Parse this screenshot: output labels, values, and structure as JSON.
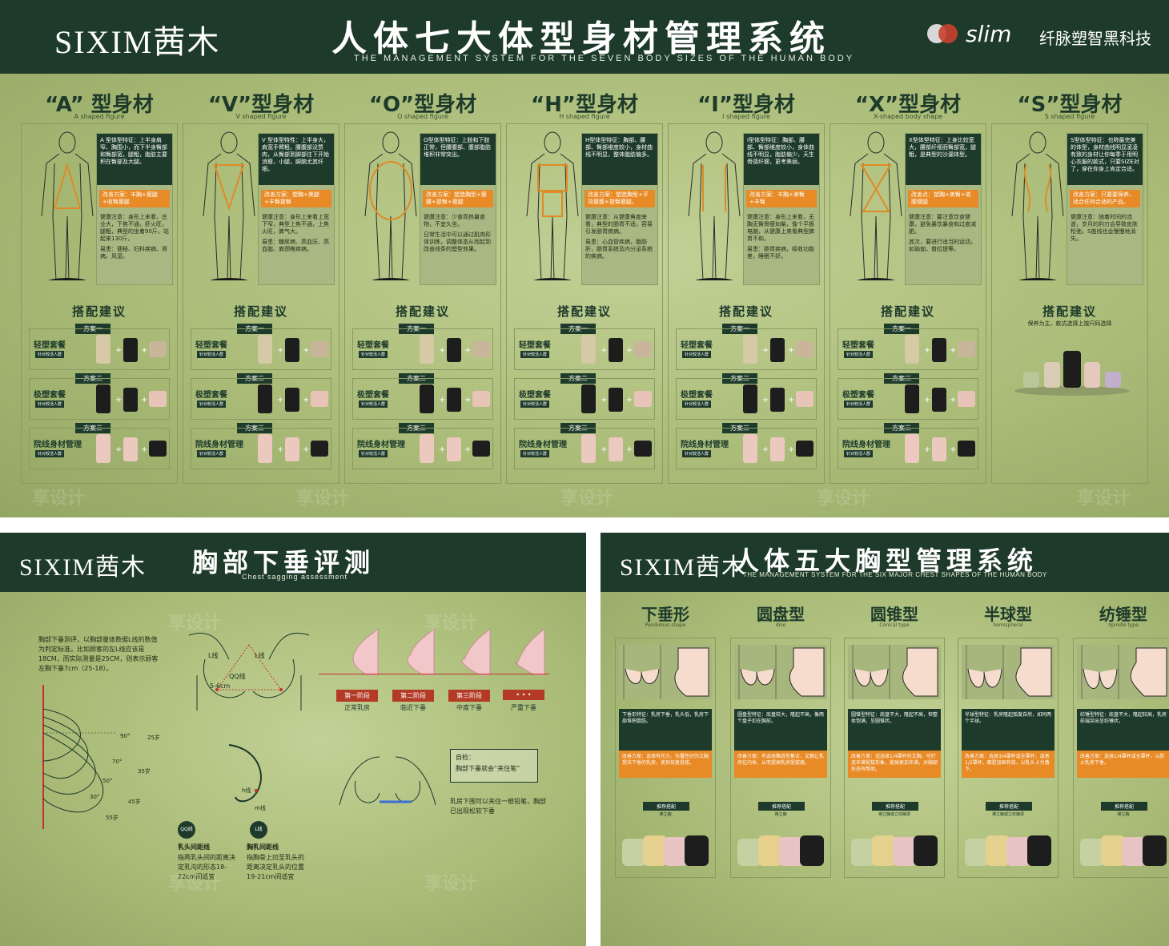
{
  "top": {
    "logo": "SIXIM茜木",
    "title": "人体七大体型身材管理系统",
    "subtitle": "THE MANAGEMENT SYSTEM FOR THE SEVEN BODY SIZES OF THE HUMAN BODY",
    "brand_slim": "slim",
    "brand_right": "纤脉塑智黑科技",
    "body_types": [
      {
        "title": "“A” 型身材",
        "sub": "A shaped figure",
        "feature": "A 型体型特征：上半身肩窄、胸围小，而下半身臀部和臀部宽，腿粗，脂肪主要积在臀部及大腿。",
        "plan": "改善方案：丰胸+瘦腿+收臀瘦腿",
        "health": "健康注意：身形上来看，庄业大，下焦不通，肝火旺，腿粗，典型的坐着90斤，站起来130斤。",
        "risk": "易患：便秘、妇科疾病、肾病、风湿。"
      },
      {
        "title": "“V”型身材",
        "sub": "V shaped figure",
        "feature": "V 型体型特性：上半身大，肩宽手臂粗，腰腹部没赘肉，从臀部到脚部往下开始消瘦，小腿，脚腕尤其纤细。",
        "plan": "改善方案：塑胸+美腿+丰臀提臀",
        "health": "健康注意：身形上来看上宽下窄，典型上焦不通，上焦火旺，脾气大。",
        "risk": "易患：糖尿病、高血压、高血脂、肩颈椎疾病。"
      },
      {
        "title": "“O”型身材",
        "sub": "O shaped figure",
        "feature": "O型体型特征：上肢和下肢正常，但腰腹部、腹部脂肪堆积非常突出。",
        "plan": "改善方案：塑造胸型+瘦腰+提臀+瘦腿",
        "health": "健康注意：少食高热量食物，不宜久坐。",
        "risk": "日常生活中可以通过肌肉形体训练，调整体态从而起到改善线条的塑型效果。"
      },
      {
        "title": "“H”型身材",
        "sub": "H shaped figure",
        "feature": "H型体型特征：胸部、腰部、臀部维度较小，身材曲线不明显，整体脂肪偏多。",
        "plan": "改善方案：塑造胸型+平背瘦腹+提臀瘦腿。",
        "health": "健康注意：从健康角度来看，典型的肠胃不适，容易引发肠胃疾病。",
        "risk": "易患：心血管疾病，脂肪肝，肠胃系统及内分泌系统的疾病。"
      },
      {
        "title": "“I”型身材",
        "sub": "I shaped figure",
        "feature": "I型体型特征：胸部、腰部、臀部维度较小，身体曲线不明显，脂肪偏少，天生骨感纤瘦，更考美丽。",
        "plan": "改善方案：丰胸+美臀+丰臀",
        "health": "健康注意：身形上来看，无胸无臀骨瘦如柴，像个平板电脑，从健康上来看典型脾胃不和。",
        "risk": "易患：肠胃疾病，吸收功能差，睡眠不好。"
      },
      {
        "title": "“X”型身材",
        "sub": "X-shaped body shape",
        "feature": "X型体型特征：上身比较宽大，腰部纤细而臀部宽，腿粗，是典型的沙漏体型。",
        "plan": "改善点：塑胸+美臀+收腹瘦腿",
        "health": "健康注意：要注意饮食健康，避免暴饮暴食和过度减肥。",
        "risk": "其次，要进行适当的运动，如瑜伽，普拉提等。"
      },
      {
        "title": "“S”型身材",
        "sub": "S shaped figure",
        "feature": "S型体型特征：也称最完美的体型，身材曲线明显凌凌有致的身材让你每季于用明心衣服的款式，只要SIZE对了，穿在你身上肯定合适。",
        "plan": "改善方案：只要要保养，适合任何合适的产品。",
        "health": "健康注意：随着时间的流逝，岁月的利刃会导致皮肤松弛，S曲线也会慢慢地消失。",
        "risk": ""
      }
    ],
    "suggest_title": "搭配建议",
    "plan_labels": [
      "方案一",
      "方案二",
      "方案三"
    ],
    "plan_names": [
      "轻塑套餐",
      "极塑套餐",
      "院线身材管理"
    ],
    "plan_tag": "针对较活人群",
    "s_note": "保养为主，款式选择上按尺码选择",
    "watermark": "享设计"
  },
  "sag": {
    "logo": "SIXIM茜木",
    "title": "胸部下垂评测",
    "subtitle": "Chest sagging assessment",
    "intro": "胸部下垂测评，以胸部量体数据L线的数值为判定标准。比如顾客的左L线应该是18CM，而实际测量是25CM，则表示顾客左胸下垂7cm（25-18）。",
    "angles": [
      "90°",
      "70°",
      "50°",
      "30°"
    ],
    "ages": [
      "25岁",
      "35岁",
      "45岁",
      "55岁"
    ],
    "l_line": "L线",
    "qq_line": "QQ线",
    "gap": "5-6cm",
    "h_line": "h线",
    "m_line": "m线",
    "stages": [
      "第一阶段",
      "第二阶段",
      "第三阶段",
      "• • •"
    ],
    "stage_desc": [
      "正常乳房",
      "临近下垂",
      "中度下垂",
      "严重下垂"
    ],
    "selfcheck_label": "自检：",
    "selfcheck_text": "胸部下垂就会“夹住笔”",
    "pencil_text": "乳房下围可以夹住一根铅笔，胸部已出现松软下垂",
    "qq_badge": "QQ线",
    "qq_title": "乳头间距线",
    "qq_desc": "指两乳头间的距离决定乳沟的形态18-22cm间适宜",
    "l_badge": "L线",
    "l_title": "胸乳间距线",
    "l_desc": "指胸骨上凹至乳头的距离决定乳头的位置19-21cm间适宜"
  },
  "chest": {
    "logo": "SIXIM茜木",
    "title": "人体五大胸型管理系统",
    "subtitle": "THE MANAGEMENT SYSTEM FOR THE SIX MAJOR CHEST SHAPES OF THE HUMAN BODY",
    "types": [
      {
        "title": "下垂形",
        "sub": "Pendulous shape",
        "feature": "下垂形特征：乳房下垂，乳头低，乳房下部堆积脂肪。",
        "plan": "改善方案：选择有托力、包覆性好的文胸提拉下垂的乳房，使其恢复挺拔。",
        "rec": "推荐搭配",
        "recs": "裸立胸"
      },
      {
        "title": "圆盘型",
        "sub": "dise",
        "feature": "圆盘型特征：底盘较大，隆起不高，像两个盘子扣在胸前。",
        "plan": "改善方案：有选择聚拢型集合，文胸让乳房往内收，从而提高乳房挺拔度。",
        "rec": "推荐搭配",
        "recs": "裸立胸"
      },
      {
        "title": "圆锥型",
        "sub": "Conical type",
        "feature": "圆锥型特征：底盘不大，隆起不高，但整体饱满，呈圆锥状。",
        "plan": "改善方案：适选择1/4罩杯的文胸，可打造丰满挺拔形象，能弹更加丰满，对胸部形态有帮助。",
        "rec": "推荐搭配",
        "recs": "裸立胸或立体胸罩"
      },
      {
        "title": "半球型",
        "sub": "hemispheral",
        "feature": "半球型特征：乳房隆起弧度自然，如同两个半球。",
        "plan": "改善方案：选择3/4罩杯或全罩杯，或者1/2罩杯，都是加固有效，以乳头上为落下。",
        "rec": "推荐搭配",
        "recs": "裸立胸或立体胸罩"
      },
      {
        "title": "纺锤型",
        "sub": "Spindle type",
        "feature": "纺锤型特征：底盘不大，隆起较高，乳房前端突出呈纺锤状。",
        "plan": "改善方案：选择1/4罩杯或全罩杯，以防止乳房下垂。",
        "rec": "推荐搭配",
        "recs": "裸立胸"
      }
    ]
  },
  "colors": {
    "header": "#1d3a2b",
    "panel": "#aabc78",
    "accent": "#e88a25",
    "stage": "#b33a24"
  }
}
